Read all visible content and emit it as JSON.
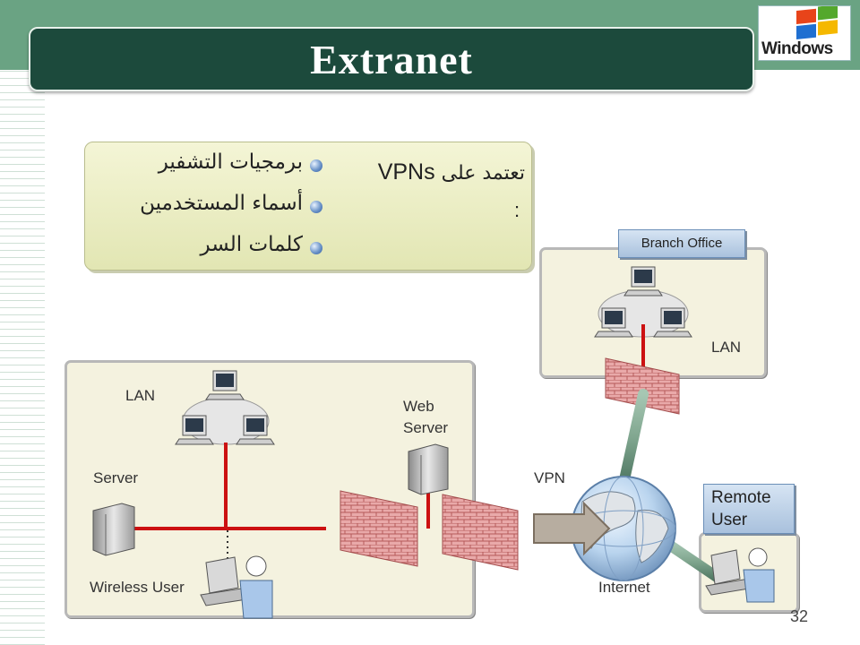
{
  "slide": {
    "title": "Extranet",
    "page_number": "32",
    "logo_text": "Windows"
  },
  "vpn_box": {
    "heading_latin": "VPNs",
    "heading_arabic": "تعتمد على",
    "colon": ":",
    "items": [
      "برمجيات التشفير",
      "أسماء المستخدمين",
      "كلمات السر"
    ]
  },
  "diagram": {
    "branch_office": "Branch Office",
    "lan_branch": "LAN",
    "lan_main": "LAN",
    "web_server": "Web Server",
    "server": "Server",
    "wireless_user": "Wireless User",
    "vpn": "VPN",
    "internet": "Internet",
    "remote_user": "Remote User"
  },
  "colors": {
    "header_green": "#6aa383",
    "title_bar": "#1c4a3c",
    "link_red": "#cc1111",
    "tunnel_green": "#7fa58e",
    "panel_fill": "#f4f2df"
  }
}
